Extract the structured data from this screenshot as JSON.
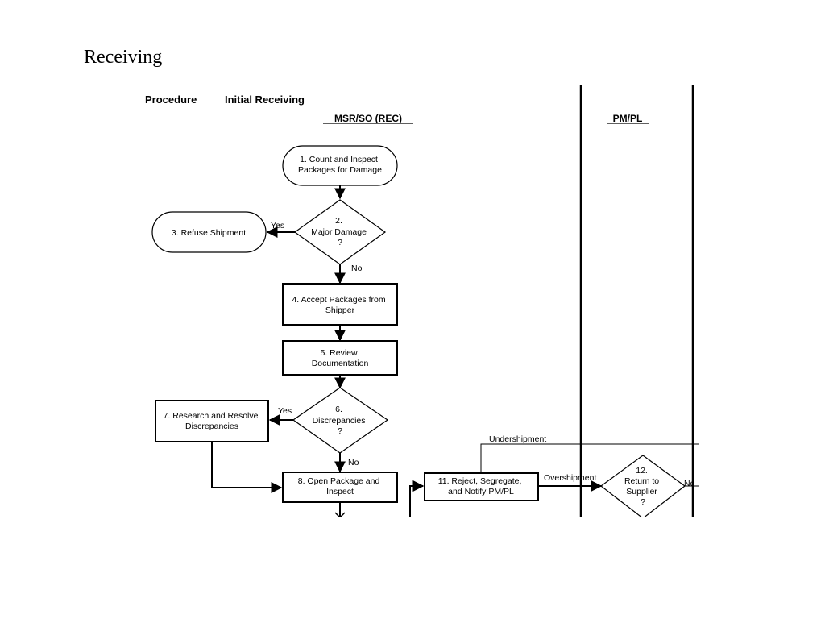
{
  "slide": {
    "title": "Receiving"
  },
  "diagram": {
    "procedure_label": "Procedure",
    "procedure_name": "Initial Receiving",
    "lanes": [
      "MSR/SO (REC)",
      "PM/PL"
    ],
    "nodes": {
      "n1": [
        "1. Count and Inspect",
        "Packages for Damage"
      ],
      "n2": [
        "2.",
        "Major Damage",
        "?"
      ],
      "n3": [
        "3. Refuse Shipment"
      ],
      "n4": [
        "4. Accept Packages from",
        "Shipper"
      ],
      "n5": [
        "5. Review",
        "Documentation"
      ],
      "n6": [
        "6.",
        "Discrepancies",
        "?"
      ],
      "n7": [
        "7. Research and Resolve",
        "Discrepancies"
      ],
      "n8": [
        "8. Open Package and",
        "Inspect"
      ],
      "n11": [
        "11. Reject, Segregate,",
        "and Notify PM/PL"
      ],
      "n12": [
        "12.",
        "Return to",
        "Supplier",
        "?"
      ]
    },
    "edges": {
      "yes_2": "Yes",
      "no_2": "No",
      "yes_6": "Yes",
      "no_6": "No",
      "undershipment": "Undershipment",
      "overshipment": "Overshipment",
      "no_12": "No"
    }
  }
}
